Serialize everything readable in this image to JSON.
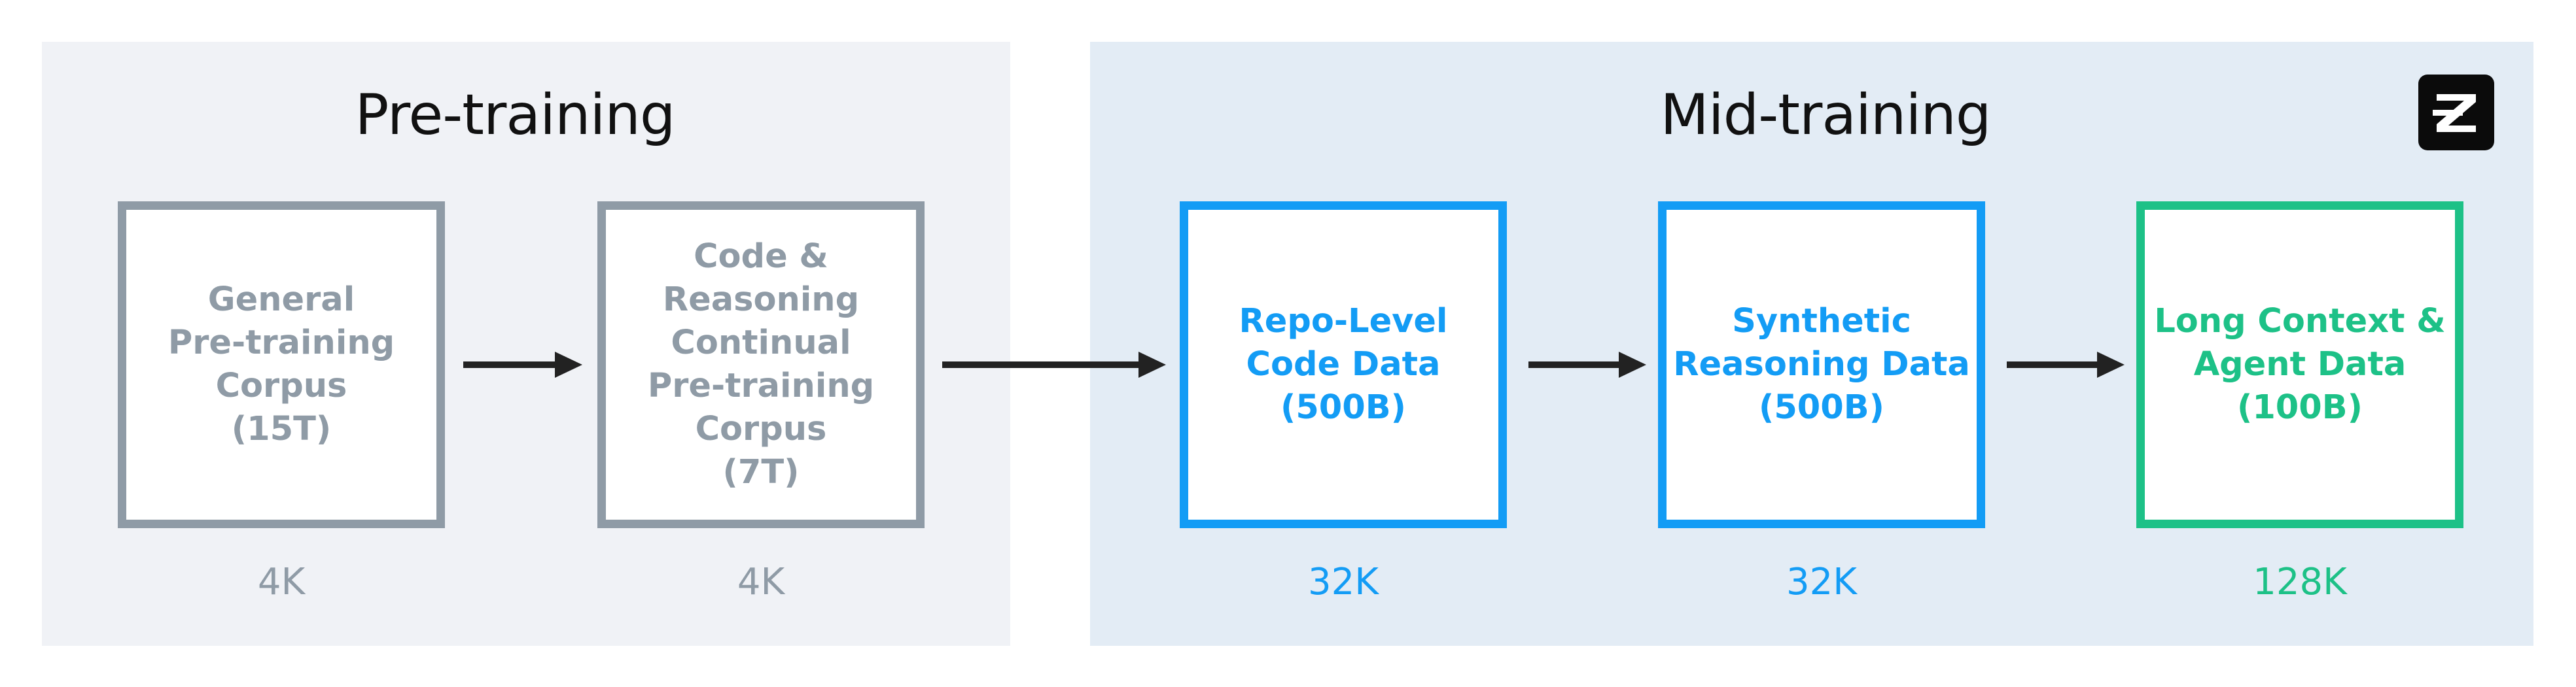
{
  "panels": {
    "pretraining": {
      "title": "Pre-training"
    },
    "midtraining": {
      "title": "Mid-training"
    }
  },
  "stages": [
    {
      "label": "General\nPre-training\nCorpus\n(15T)",
      "context": "4K",
      "group": "pre-training"
    },
    {
      "label": "Code &\nReasoning\nContinual\nPre-training\nCorpus\n(7T)",
      "context": "4K",
      "group": "pre-training"
    },
    {
      "label": "Repo-Level\nCode Data\n(500B)",
      "context": "32K",
      "group": "mid-training"
    },
    {
      "label": "Synthetic\nReasoning Data\n(500B)",
      "context": "32K",
      "group": "mid-training"
    },
    {
      "label": "Long Context &\nAgent Data\n(100B)",
      "context": "128K",
      "group": "mid-training"
    }
  ],
  "colors": {
    "pretraining_panel_bg": "#f0f2f6",
    "midtraining_panel_bg": "#e3ecf5",
    "pretraining_stage": "#8f9ba6",
    "code_stage": "#139cf5",
    "long_context_stage": "#1dc187",
    "arrow": "#222222",
    "logo_bg": "#0b0b0b"
  },
  "icons": {
    "logo": "z-logo-icon",
    "arrow": "arrow-right-icon"
  }
}
